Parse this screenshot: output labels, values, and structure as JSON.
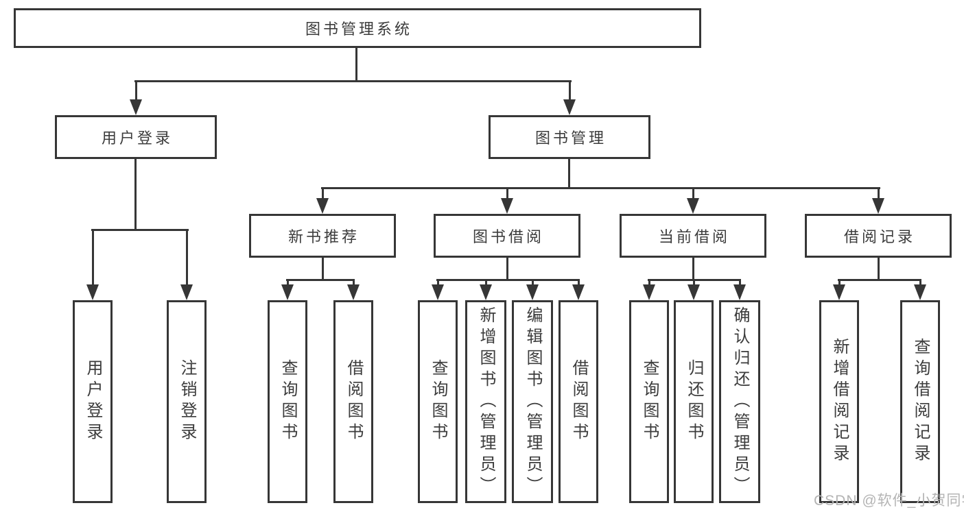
{
  "tree": {
    "root": {
      "label": "图书管理系统"
    },
    "branches": [
      {
        "label": "用户登录",
        "children": [
          {
            "label": "用户登录"
          },
          {
            "label": "注销登录"
          }
        ]
      },
      {
        "label": "图书管理",
        "children": [
          {
            "label": "新书推荐",
            "children": [
              {
                "label": "查询图书"
              },
              {
                "label": "借阅图书"
              }
            ]
          },
          {
            "label": "图书借阅",
            "children": [
              {
                "label": "查询图书"
              },
              {
                "label": "新增图书（管理员）"
              },
              {
                "label": "编辑图书（管理员）"
              },
              {
                "label": "借阅图书"
              }
            ]
          },
          {
            "label": "当前借阅",
            "children": [
              {
                "label": "查询图书"
              },
              {
                "label": "归还图书"
              },
              {
                "label": "确认归还（管理员）"
              }
            ]
          },
          {
            "label": "借阅记录",
            "children": [
              {
                "label": "新增借阅记录"
              },
              {
                "label": "查询借阅记录"
              }
            ]
          }
        ]
      }
    ]
  },
  "watermark": "CSDN @软件_小贺同学",
  "colors": {
    "line": "#363636",
    "text": "#3c3c3c",
    "watermark": "#b4b4b4",
    "background": "#ffffff"
  }
}
